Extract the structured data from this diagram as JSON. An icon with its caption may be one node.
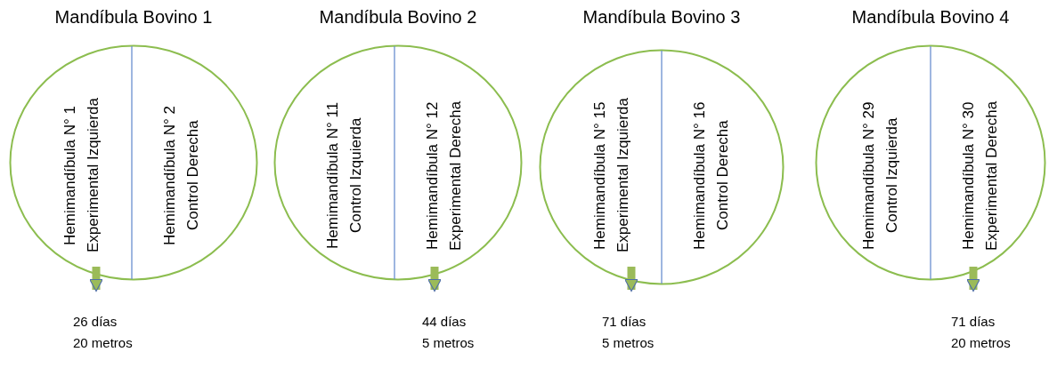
{
  "diagram": {
    "nodes": [
      {
        "text": [
          "Mandíbula Bovino 1"
        ]
      },
      {
        "text": [
          "Hemimandíbula N° 1 Experimental Izquierda"
        ],
        "in": 0
      },
      {
        "text": [
          "Hemimandíbula N° 2 Control Derecha"
        ],
        "in": 0
      },
      {
        "text": [
          "Mandíbula Bovino 2"
        ]
      },
      {
        "text": [
          "Hemimandíbula N° 11 Control Izquierda"
        ],
        "in": 3
      },
      {
        "text": [
          "Hemimandíbula N° 12 Experimental Derecha"
        ],
        "in": 3
      },
      {
        "text": [
          "Mandíbula Bovino 3"
        ]
      },
      {
        "text": [
          "Hemimandíbula N° 15 Experimental Izquierda"
        ],
        "in": 6
      },
      {
        "text": [
          "Hemimandíbula N° 16 Control Derecha"
        ],
        "in": 6
      },
      {
        "text": [
          "Mandíbula Bovino 4"
        ]
      },
      {
        "text": [
          "Hemimandíbula N° 29 Control Izquierda"
        ],
        "in": 9
      },
      {
        "text": [
          "Hemimandíbula N° 30 Experimental Derecha"
        ],
        "in": 9
      },
      {
        "text": [
          "26 días",
          "20 metros"
        ]
      },
      {
        "text": [
          "44 días",
          "5 metros"
        ]
      },
      {
        "text": [
          "71 días",
          "5 metros"
        ]
      },
      {
        "text": [
          "71 días",
          "20 metros"
        ]
      }
    ],
    "edges": [
      {
        "from": 1,
        "to": 12,
        "arrow": "to"
      },
      {
        "from": 5,
        "to": 13,
        "arrow": "to"
      },
      {
        "from": 7,
        "to": 14,
        "arrow": "to"
      },
      {
        "from": 11,
        "to": 15,
        "arrow": "to"
      }
    ]
  }
}
